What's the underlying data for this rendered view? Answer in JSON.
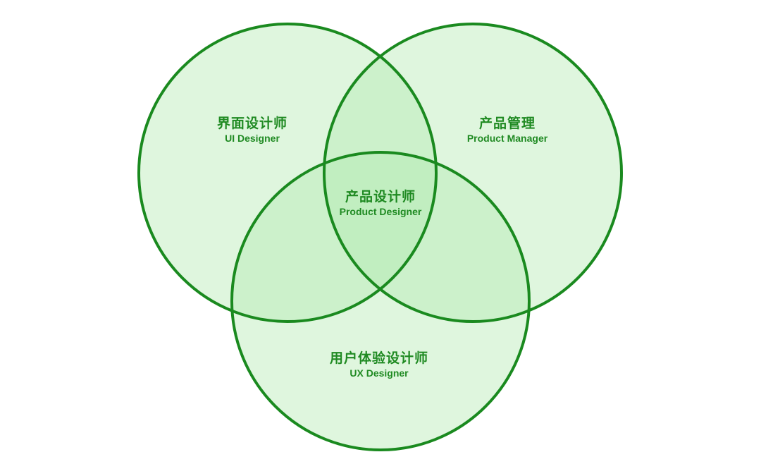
{
  "colors": {
    "circle_fill": "#b3eab1",
    "circle_stroke": "#1a8a1f",
    "text": "#1f8a22",
    "background": "#ffffff"
  },
  "sets": [
    {
      "id": "ui",
      "zh": "界面设计师",
      "en": "UI Designer"
    },
    {
      "id": "pm",
      "zh": "产品管理",
      "en": "Product Manager"
    },
    {
      "id": "ux",
      "zh": "用户体验设计师",
      "en": "UX Designer"
    }
  ],
  "intersection": {
    "zh": "产品设计师",
    "en": "Product Designer"
  }
}
